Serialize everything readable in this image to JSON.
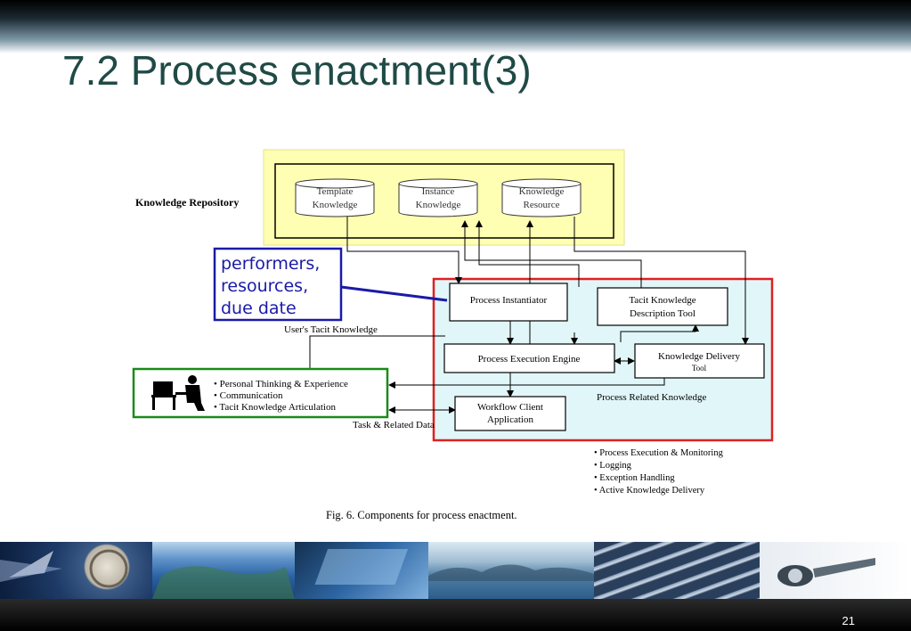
{
  "slide": {
    "title": "7.2 Process enactment(3)",
    "page_number": "21"
  },
  "diagram": {
    "repository_label": "Knowledge Repository",
    "repositories": [
      {
        "line1": "Template",
        "line2": "Knowledge"
      },
      {
        "line1": "Instance",
        "line2": "Knowledge"
      },
      {
        "line1": "Knowledge",
        "line2": "Resource"
      }
    ],
    "callout": {
      "line1": "performers,",
      "line2": "resources,",
      "line3": "due date"
    },
    "components": {
      "process_instantiator": "Process Instantiator",
      "tacit_tool": {
        "line1": "Tacit Knowledge",
        "line2": "Description Tool"
      },
      "execution_engine": "Process Execution Engine",
      "delivery_tool": {
        "line1": "Knowledge Delivery",
        "line2": "Tool"
      },
      "workflow_client": {
        "line1": "Workflow Client",
        "line2": "Application"
      }
    },
    "edge_labels": {
      "users_tacit": "User's Tacit Knowledge",
      "process_related": "Process Related Knowledge",
      "task_related": "Task & Related Data"
    },
    "user_bullets": [
      "• Personal Thinking & Experience",
      "• Communication",
      "• Tacit Knowledge Articulation"
    ],
    "system_bullets": [
      "• Process Execution & Monitoring",
      "• Logging",
      "• Exception Handling",
      "• Active Knowledge Delivery"
    ],
    "caption": "Fig. 6.  Components for process enactment."
  },
  "colors": {
    "title": "#1f4a45",
    "repository_fill": "#ffffb3",
    "system_fill": "#e1f6f8",
    "system_border": "#e02020",
    "callout_border": "#1a1aa8",
    "callout_text": "#1a1aa8",
    "user_border": "#1a8a1a"
  },
  "footer_images": [
    "compass",
    "earth",
    "keyboard",
    "lake",
    "keys",
    "lock"
  ]
}
